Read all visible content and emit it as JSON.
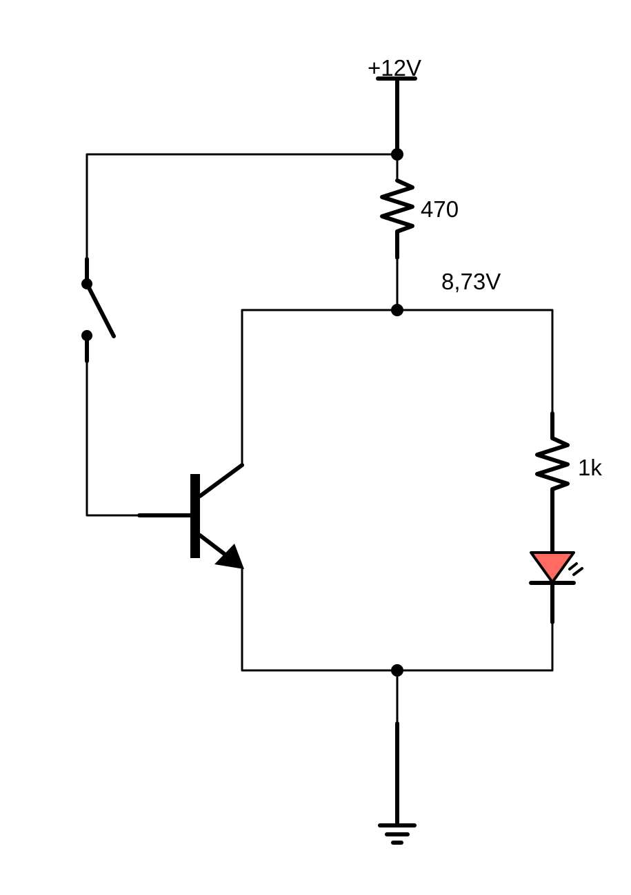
{
  "labels": {
    "supply": "+12V",
    "r1_value": "470",
    "node_voltage": "8,73V",
    "r2_value": "1k"
  },
  "colors": {
    "led_fill": "#ff6b63",
    "wire": "#000000"
  },
  "components": [
    {
      "type": "supply",
      "icon": "supply-rail-icon"
    },
    {
      "type": "resistor",
      "icon": "resistor-icon"
    },
    {
      "type": "switch",
      "icon": "switch-icon",
      "state": "open"
    },
    {
      "type": "npn-transistor",
      "icon": "transistor-icon"
    },
    {
      "type": "resistor",
      "icon": "resistor-icon"
    },
    {
      "type": "led",
      "icon": "led-icon"
    },
    {
      "type": "ground",
      "icon": "ground-icon"
    }
  ]
}
